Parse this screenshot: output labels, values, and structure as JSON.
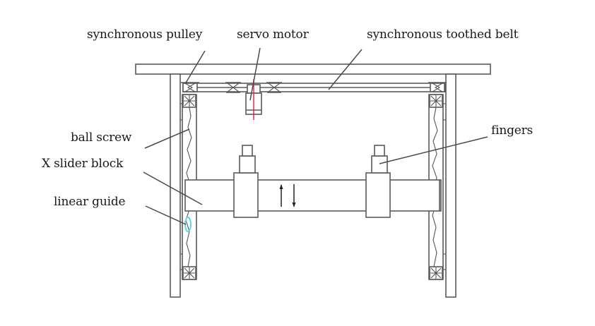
{
  "diagram": {
    "title": "Gantry manipulator structure",
    "labels": {
      "synchronous_pulley": "synchronous pulley",
      "servo_motor": "servo motor",
      "synchronous_toothed_belt": "synchronous toothed belt",
      "ball_screw": "ball screw",
      "x_slider_block": "X slider block",
      "linear_guide": "linear guide",
      "fingers": "fingers"
    },
    "colors": {
      "line": "#5a5a5a",
      "text": "#1a1a1a",
      "motor_axis": "#e0204a",
      "guide_highlight": "#5fd6e6",
      "background": "#ffffff"
    },
    "icons": [
      "up-arrow-icon",
      "down-arrow-icon",
      "bearing-icon"
    ]
  }
}
